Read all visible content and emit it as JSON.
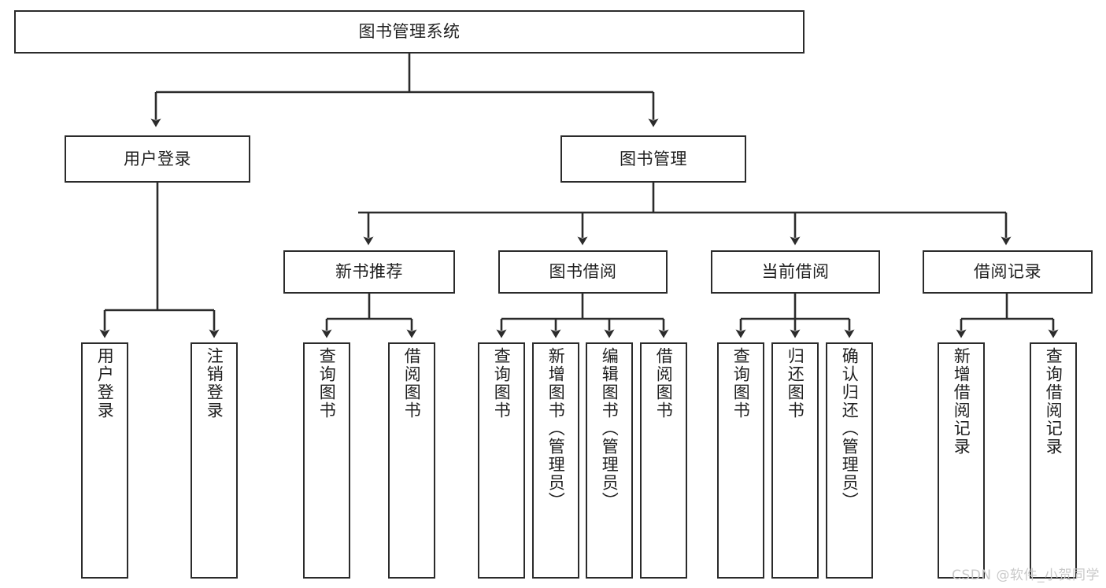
{
  "diagram": {
    "type": "tree",
    "title": "图书管理系统",
    "orientation": "top-down",
    "colors": {
      "stroke": "#2b2b2b",
      "fill": "#ffffff",
      "text": "#1f1f1f",
      "watermark": "#c9c9c9"
    },
    "root": {
      "label": "图书管理系统"
    },
    "level2": [
      {
        "label": "用户登录"
      },
      {
        "label": "图书管理"
      }
    ],
    "level3": [
      {
        "label": "新书推荐"
      },
      {
        "label": "图书借阅"
      },
      {
        "label": "当前借阅"
      },
      {
        "label": "借阅记录"
      }
    ],
    "leaves": {
      "user_login": [
        "用户登录",
        "注销登录"
      ],
      "new_books": [
        "查询图书",
        "借阅图书"
      ],
      "book_borrow": [
        "查询图书",
        "新增图书（管理员）",
        "编辑图书（管理员）",
        "借阅图书"
      ],
      "current_borrow": [
        "查询图书",
        "归还图书",
        "确认归还（管理员）"
      ],
      "borrow_records": [
        "新增借阅记录",
        "查询借阅记录"
      ]
    }
  },
  "watermark": {
    "text": "CSDN @软件_小贺同学"
  }
}
